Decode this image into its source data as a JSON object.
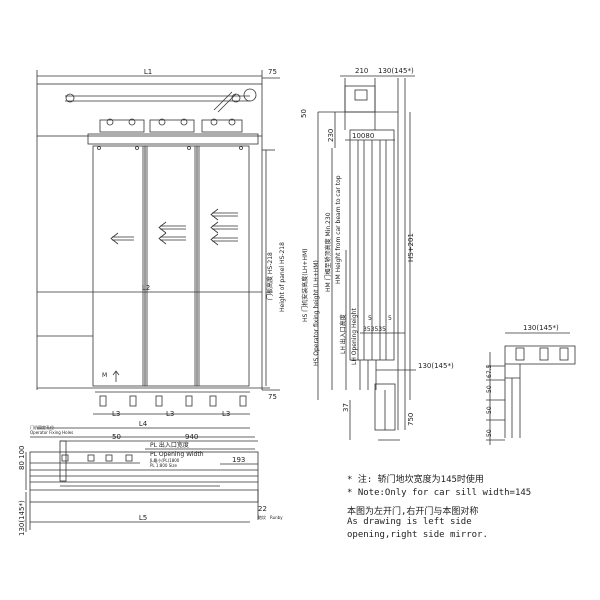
{
  "front_view": {
    "dims": {
      "L1": "L1",
      "d75_top": "75",
      "L2": "L2",
      "d75_bottom": "75",
      "L3": "L3",
      "L4": "L4",
      "L5": "L5",
      "M": "M"
    },
    "labels": {
      "panel_height_cn": "门板高度 HS-218",
      "panel_height_en": "Height of panel HS-218"
    }
  },
  "plan_view": {
    "labels": {
      "fixing_holes_cn": "门机固定孔位",
      "fixing_holes_en": "Operator Fixing Holes",
      "pl_cn": "PL 出入口宽度",
      "pl_en": "PL Opening Width",
      "small1": "JL最小(PL)1800",
      "small2": "PL 1:800 Size",
      "sill_cn": "地坎",
      "sill_en": "Runby"
    },
    "dims": {
      "d50": "50",
      "d940": "940",
      "d193": "193",
      "d80_100": "80 100",
      "d130": "130(145*)",
      "d22": "22"
    }
  },
  "side_view": {
    "dims": {
      "d210": "210",
      "d130": "130(145*)",
      "d50": "50",
      "d230": "230",
      "d10080": "10080",
      "hs201": "HS+201",
      "d5a": "5",
      "d5b": "5",
      "d353535": "353535",
      "d130_side": "130(145*)",
      "d37": "37",
      "d750": "750"
    },
    "labels": {
      "hm_min_cn": "HM 门楣至轿顶高度 Min.230",
      "hm_en": "HM Height from car beam to car top",
      "hs_cn": "HS 门机安装高度(LH+HM)",
      "hs_en": "HS Operator fixing height (LH+HM)",
      "lh_cn": "LH 出入口高度",
      "lh_en": "LH Opening Height"
    }
  },
  "detail_view": {
    "dims": {
      "d130": "130(145*)",
      "d67_5": "67.5",
      "d50a": "50",
      "d50b": "50",
      "d50c": "50"
    }
  },
  "notes": {
    "line1": "* 注: 轿门地坎宽度为145时使用",
    "line2": "* Note:Only for car sill width=145",
    "line3": "本图为左开门,右开门与本图对称",
    "line4": "As drawing is left side",
    "line5": "opening,right side mirror."
  }
}
